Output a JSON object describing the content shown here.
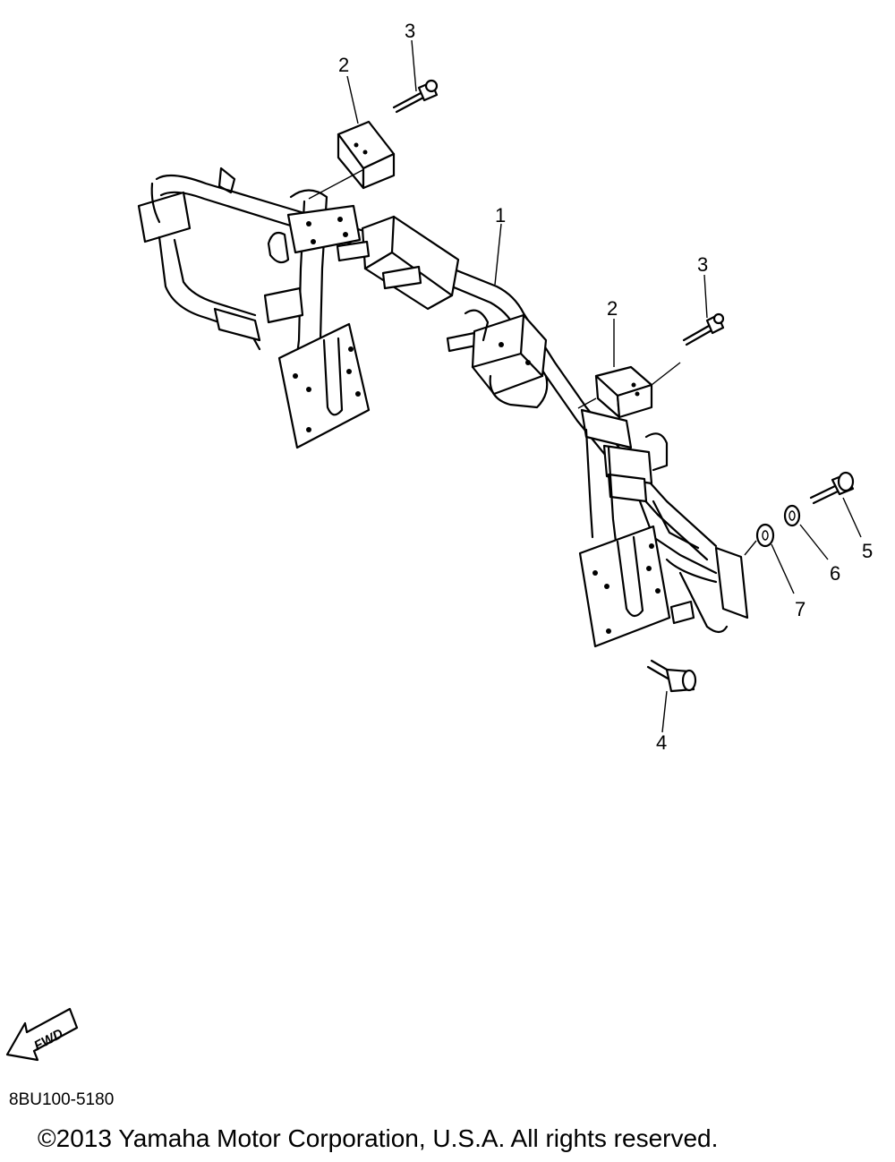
{
  "callouts": [
    {
      "id": "c1",
      "label": "1"
    },
    {
      "id": "c2a",
      "label": "2"
    },
    {
      "id": "c2b",
      "label": "2"
    },
    {
      "id": "c3a",
      "label": "3"
    },
    {
      "id": "c3b",
      "label": "3"
    },
    {
      "id": "c4",
      "label": "4"
    },
    {
      "id": "c5",
      "label": "5"
    },
    {
      "id": "c6",
      "label": "6"
    },
    {
      "id": "c7",
      "label": "7"
    }
  ],
  "fwd_label": "FWD",
  "part_code": "8BU100-5180",
  "copyright": "©2013 Yamaha Motor Corporation, U.S.A. All rights reserved."
}
